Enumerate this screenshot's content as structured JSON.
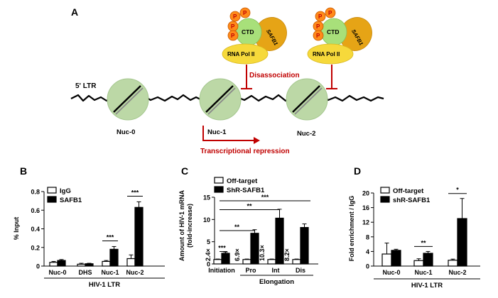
{
  "colors": {
    "nucleosome_fill": "#bcd8a6",
    "nucleosome_stroke": "#a5c78f",
    "phospho_fill": "#ff8a1a",
    "phospho_text": "#c00000",
    "ctd_fill": "#a8e07a",
    "safb1_fill": "#e6a416",
    "polii_fill": "#f6d93b",
    "inhibit_red": "#c00000",
    "bar_dark": "#000000",
    "bar_light": "#ffffff"
  },
  "panel_a": {
    "label": "A",
    "ltr_label": "5' LTR",
    "nucleosomes": [
      "Nuc-0",
      "Nuc-1",
      "Nuc-2"
    ],
    "complex": {
      "phospho": "P",
      "ctd": "CTD",
      "safb1": "SAFB1",
      "pol": "RNA Pol II"
    },
    "disassociation": "Disassociation",
    "repression": "Transcriptional repression"
  },
  "chart_data": [
    {
      "panel": "B",
      "type": "bar",
      "ylabel": "% Input",
      "xlabel": "HIV-1 LTR",
      "ylim": [
        0,
        0.8
      ],
      "yticks": [
        "0",
        "0.2",
        "0.4",
        "0.6",
        "0.8"
      ],
      "categories": [
        "Nuc-0",
        "DHS",
        "Nuc-1",
        "Nuc-2"
      ],
      "series": [
        {
          "name": "IgG",
          "values": [
            0.04,
            0.02,
            0.05,
            0.08
          ],
          "errors": [
            0.01,
            0.01,
            0.01,
            0.04
          ]
        },
        {
          "name": "SAFB1",
          "values": [
            0.06,
            0.025,
            0.18,
            0.63
          ],
          "errors": [
            0.01,
            0.005,
            0.03,
            0.06
          ]
        }
      ],
      "annotations": [
        {
          "category": "Nuc-1",
          "text": "***"
        },
        {
          "category": "Nuc-2",
          "text": "***"
        }
      ]
    },
    {
      "panel": "C",
      "type": "bar",
      "ylabel": "Amount of HIV-1 mRNA (fold-increase)",
      "ylabel_lines": [
        "Amount of HIV-1 mRNA",
        "(fold-increase)"
      ],
      "xlabel": "Elongation",
      "ylim": [
        0,
        15
      ],
      "yticks": [
        "0",
        "5",
        "10",
        "15"
      ],
      "categories": [
        "Initiation",
        "Pro",
        "Int",
        "Dis"
      ],
      "series": [
        {
          "name": "Off-target",
          "values": [
            1,
            1,
            1,
            1
          ],
          "errors": [
            0.1,
            0.1,
            0.1,
            0.1
          ]
        },
        {
          "name": "ShR-SAFB1",
          "values": [
            2.4,
            6.9,
            10.3,
            8.2
          ],
          "errors": [
            0.3,
            0.8,
            2.0,
            0.8
          ]
        }
      ],
      "fold_labels": [
        "2.4×",
        "6.9×",
        "10.3×",
        "8.2×"
      ],
      "significance": [
        {
          "text": "***",
          "at": 2.8
        },
        {
          "text": "**",
          "at": 7.5
        },
        {
          "text": "**",
          "at": 12.2
        },
        {
          "text": "***",
          "at": 14.2
        }
      ]
    },
    {
      "panel": "D",
      "type": "bar",
      "ylabel": "Fold enrichment / IgG",
      "xlabel": "HIV-1 LTR",
      "ylim": [
        0,
        20
      ],
      "yticks": [
        "0",
        "4",
        "8",
        "12",
        "16",
        "20"
      ],
      "categories": [
        "Nuc-0",
        "Nuc-1",
        "Nuc-2"
      ],
      "series": [
        {
          "name": "Off-target",
          "values": [
            3.3,
            1.5,
            1.6
          ],
          "errors": [
            3.0,
            0.5,
            0.3
          ]
        },
        {
          "name": "shR-SAFB1",
          "values": [
            4.3,
            3.5,
            13.0
          ],
          "errors": [
            0.3,
            0.5,
            5.5
          ]
        }
      ],
      "annotations": [
        {
          "category": "Nuc-1",
          "text": "**"
        },
        {
          "category": "Nuc-2",
          "text": "*"
        }
      ]
    }
  ]
}
